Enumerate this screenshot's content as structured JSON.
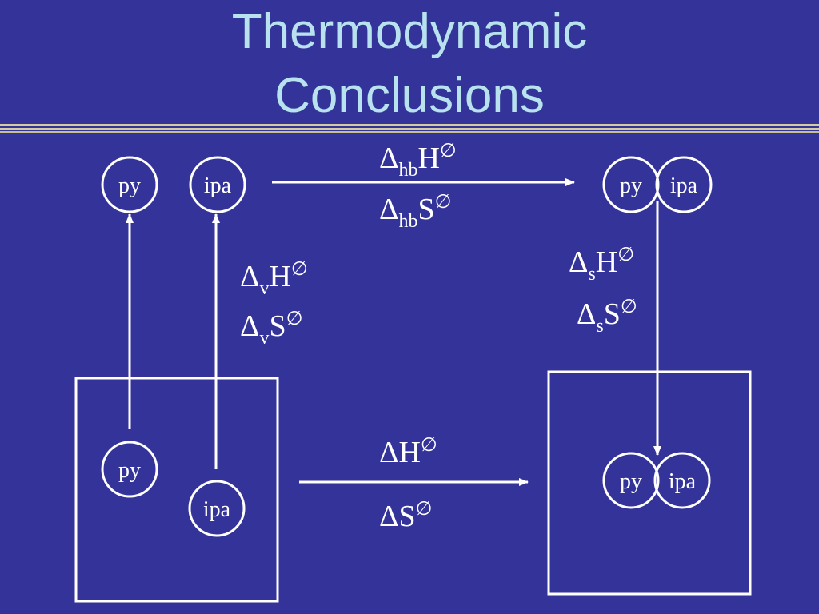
{
  "slide": {
    "title_line1": "Thermodynamic",
    "title_line2": "Conclusions"
  },
  "colors": {
    "background": "#333399",
    "title": "#b8e2ee",
    "line": "#ffffff",
    "rule_gold": "#d4cca0"
  },
  "molecules": {
    "py": "py",
    "ipa": "ipa"
  },
  "symbols": {
    "delta": "Δ",
    "standard": "∅"
  },
  "quantities": {
    "H": "H",
    "S": "S"
  },
  "subscripts": {
    "hb": "hb",
    "v": "v",
    "s": "s"
  }
}
